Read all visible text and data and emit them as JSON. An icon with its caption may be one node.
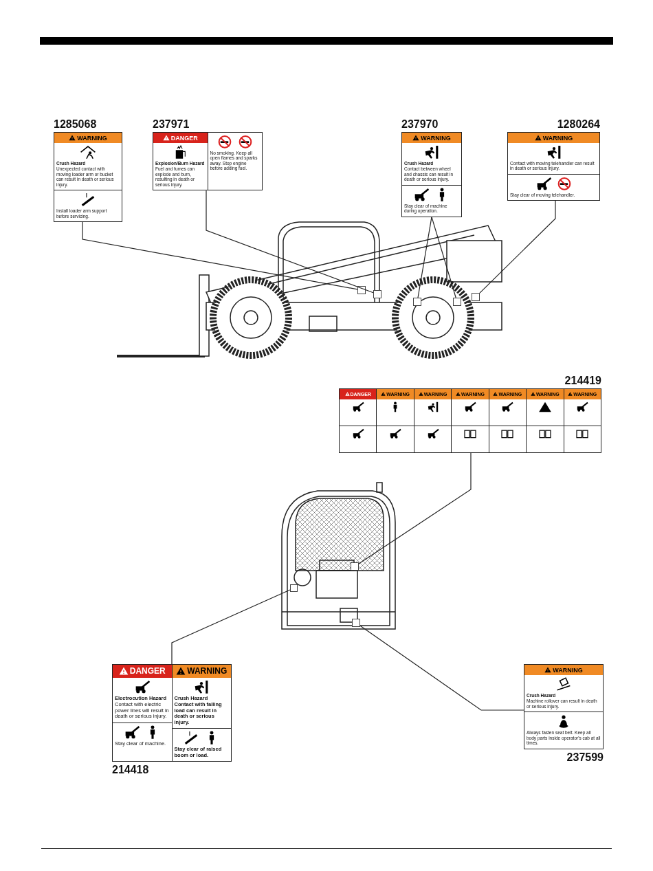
{
  "diagram": {
    "nodes": [
      {
        "text": [
          "1285068",
          "WARNING",
          "Crush Hazard",
          "Unexpected contact with moving loader arm or bucket can result in death or serious injury.",
          "Install loader arm support before servicing."
        ]
      },
      {
        "text": [
          "237971",
          "DANGER",
          "Explosion/Burn Hazard",
          "Fuel and fumes can explode and burn, resulting in death or serious injury.",
          "No smoking. Keep all open flames and sparks away. Stop engine before adding fuel."
        ]
      },
      {
        "text": [
          "237970",
          "WARNING",
          "Crush Hazard",
          "Contact between wheel and chassis can result in death or serious injury.",
          "Stay clear of machine during operation."
        ]
      },
      {
        "text": [
          "1280264",
          "WARNING",
          "Contact with moving telehandler can result in death or serious injury.",
          "Stay clear of moving telehandler."
        ]
      },
      {
        "text": [],
        "shape": "picture"
      },
      {
        "text": [],
        "shape": "box",
        "in": 4
      },
      {
        "text": [],
        "shape": "box",
        "in": 4
      },
      {
        "text": [],
        "shape": "box",
        "in": 4
      },
      {
        "text": [],
        "shape": "box",
        "in": 4
      },
      {
        "text": [],
        "shape": "box",
        "in": 4
      },
      {
        "text": [
          "214419",
          "DANGER",
          "WARNING",
          "WARNING",
          "WARNING",
          "WARNING",
          "WARNING",
          "WARNING"
        ]
      },
      {
        "text": [],
        "shape": "picture"
      },
      {
        "text": [],
        "shape": "box",
        "in": 11
      },
      {
        "text": [],
        "shape": "box",
        "in": 11
      },
      {
        "text": [],
        "shape": "box",
        "in": 11
      },
      {
        "text": [
          "DANGER",
          "Electrocution Hazard",
          "Contact with electric power lines will result in death or serious injury.",
          "Stay clear of machine.",
          "WARNING",
          "Crush Hazard",
          "Contact with falling load can result in death or serious injury.",
          "Stay clear of raised boom or load.",
          "214418"
        ]
      },
      {
        "text": [
          "WARNING",
          "Crush Hazard",
          "Machine rollover can result in death or serious injury.",
          "Always fasten seat belt. Keep all body parts inside operator's cab at all times.",
          "237599"
        ]
      }
    ],
    "edges": [
      {
        "from": 0,
        "to": 5,
        "arrow": "none"
      },
      {
        "from": 1,
        "to": 6,
        "arrow": "none"
      },
      {
        "from": 2,
        "to": 7,
        "arrow": "none"
      },
      {
        "from": 2,
        "to": 8,
        "arrow": "none"
      },
      {
        "from": 3,
        "to": 9,
        "arrow": "none"
      },
      {
        "from": 10,
        "to": 12,
        "arrow": "none"
      },
      {
        "from": 15,
        "to": 13,
        "arrow": "none"
      },
      {
        "from": 16,
        "to": 14,
        "arrow": "none"
      }
    ]
  }
}
